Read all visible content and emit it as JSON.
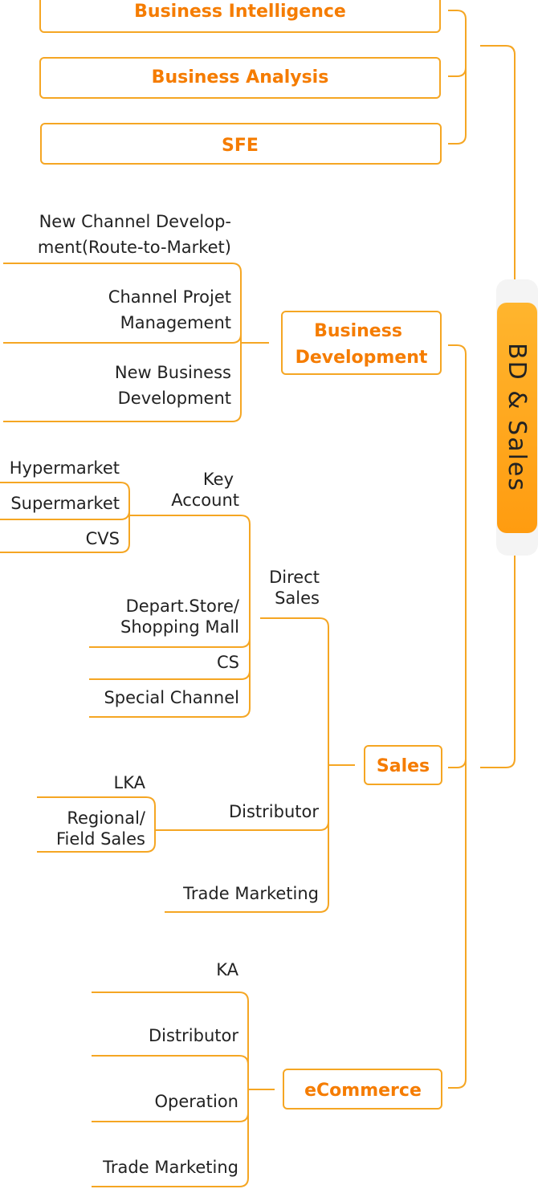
{
  "colors": {
    "line": "#f5a623",
    "accent": "#f57c00",
    "root_fill": "#ffa319",
    "text": "#222222"
  },
  "root": {
    "label": "BD & Sales"
  },
  "bi_group": {
    "business_intelligence": "Business Intelligence",
    "business_analysis": "Business Analysis",
    "sfe": "SFE"
  },
  "business_development": {
    "label_line1": "Business",
    "label_line2": "Development",
    "children": {
      "new_channel_line1": "New Channel Develop-",
      "new_channel_line2": "ment(Route-to-Market)",
      "channel_projet_line1": "Channel Projet",
      "channel_projet_line2": "Management",
      "new_business_line1": "New Business",
      "new_business_line2": "Development"
    }
  },
  "sales": {
    "label": "Sales",
    "direct_sales": {
      "label_line1": "Direct",
      "label_line2": "Sales",
      "key_account": {
        "label_line1": "Key",
        "label_line2": "Account",
        "hypermarket": "Hypermarket",
        "supermarket": "Supermarket",
        "cvs": "CVS"
      },
      "depart_store_line1": "Depart.Store/",
      "depart_store_line2": "Shopping Mall",
      "cs": "CS",
      "special_channel": "Special Channel"
    },
    "distributor": {
      "label": "Distributor",
      "lka": "LKA",
      "regional_line1": "Regional/",
      "regional_line2": "Field Sales"
    },
    "trade_marketing": "Trade Marketing"
  },
  "ecommerce": {
    "label": "eCommerce",
    "ka": "KA",
    "distributor": "Distributor",
    "operation": "Operation",
    "trade_marketing": "Trade Marketing"
  }
}
